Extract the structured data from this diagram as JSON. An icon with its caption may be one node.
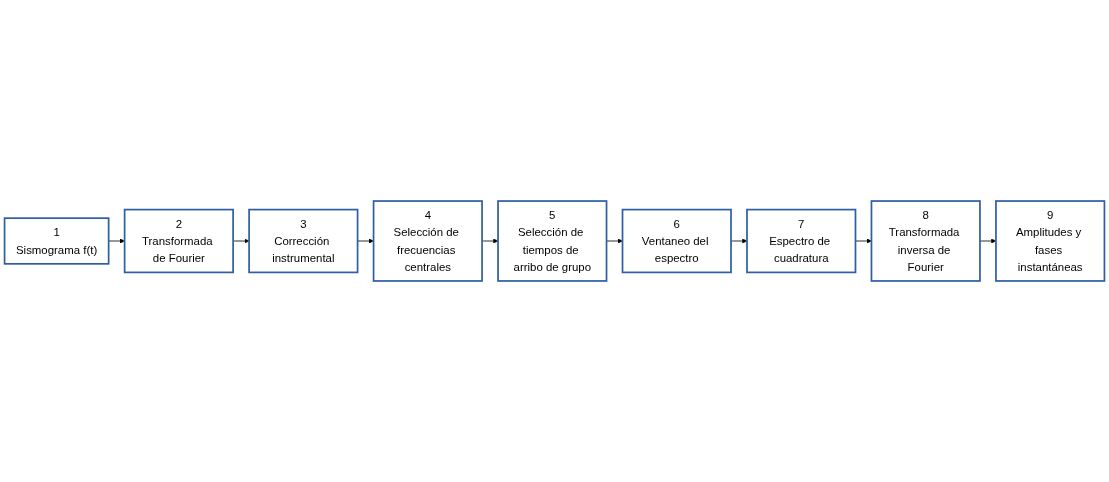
{
  "diagram": {
    "nodes": [
      {
        "text": [
          "1",
          "Sismograma f(t)"
        ]
      },
      {
        "text": [
          "2",
          "Transformada de Fourier"
        ]
      },
      {
        "text": [
          "3",
          "Corrección instrumental"
        ]
      },
      {
        "text": [
          "4",
          "Selección de frecuencias centrales"
        ]
      },
      {
        "text": [
          "5",
          "Selección de tiempos de arribo de grupo"
        ]
      },
      {
        "text": [
          "6",
          "Ventaneo del espectro"
        ]
      },
      {
        "text": [
          "7",
          "Espectro de cuadratura"
        ]
      },
      {
        "text": [
          "8",
          "Transformada inversa de Fourier"
        ]
      },
      {
        "text": [
          "9",
          "Amplitudes y fases instantáneas"
        ]
      }
    ],
    "edges": [
      {
        "from": 0,
        "to": 1,
        "arrow": "to"
      },
      {
        "from": 1,
        "to": 2,
        "arrow": "to"
      },
      {
        "from": 2,
        "to": 3,
        "arrow": "to"
      },
      {
        "from": 3,
        "to": 4,
        "arrow": "to"
      },
      {
        "from": 4,
        "to": 5,
        "arrow": "to"
      },
      {
        "from": 5,
        "to": 6,
        "arrow": "to"
      },
      {
        "from": 6,
        "to": 7,
        "arrow": "to"
      },
      {
        "from": 7,
        "to": 8,
        "arrow": "to"
      }
    ]
  }
}
